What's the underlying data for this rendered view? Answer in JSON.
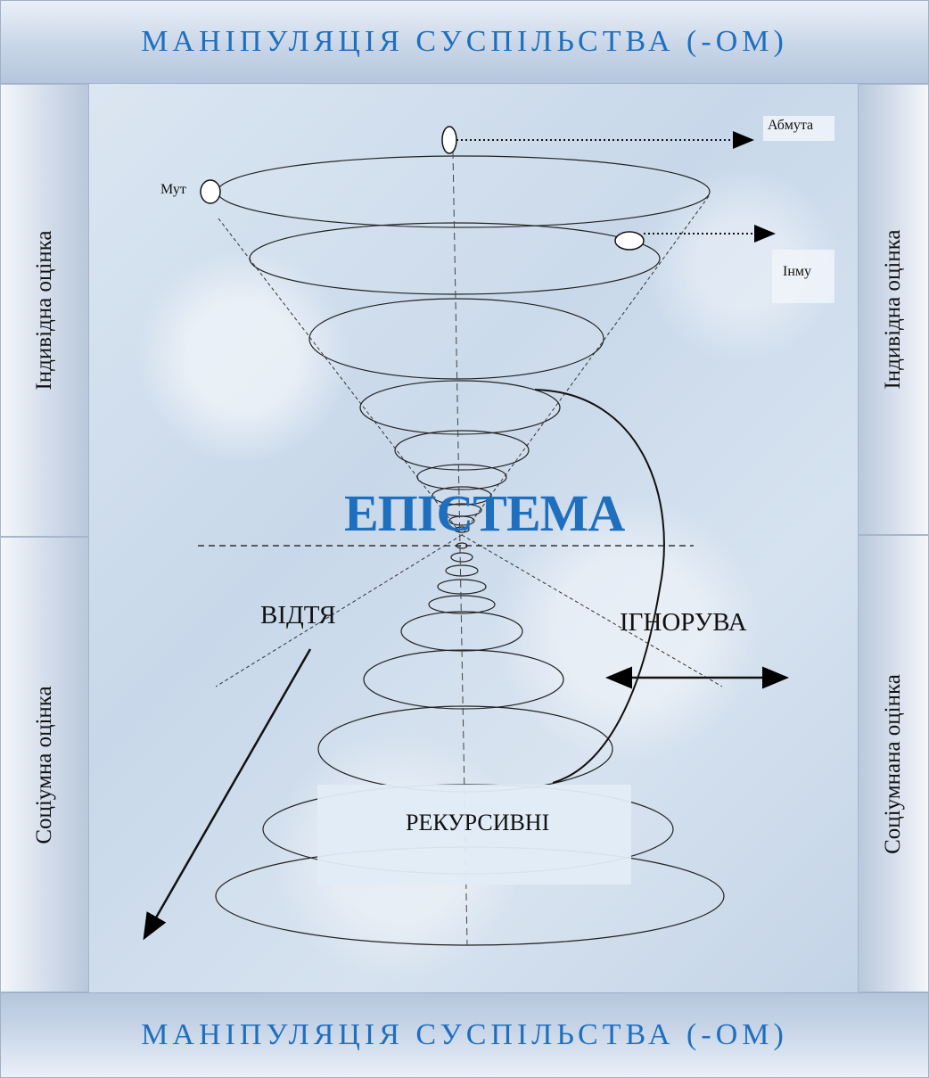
{
  "header": {
    "title": "МАНІПУЛЯЦІЯ СУСПІЛЬСТВА (-ОМ)"
  },
  "footer": {
    "title": "МАНІПУЛЯЦІЯ СУСПІЛЬСТВА (-ОМ)"
  },
  "sides": {
    "left_top": "Індивідна оцінка",
    "left_bottom": "Соціумна оцінка",
    "right_top": "Індивідна оцінка",
    "right_bottom": "Соціумнана оцінка"
  },
  "labels": {
    "center": "ЕПІСТЕМА",
    "abmuta": "Абмута",
    "mut": "Мут",
    "inmu": "Інму",
    "vidtya": "ВІДТЯ",
    "ignoruva": "ІГНОРУВА",
    "rekursyvni": "РЕКУРСИВНІ"
  },
  "colors": {
    "title_blue": "#1f6fbf",
    "center_blue": "#1f6fbf"
  }
}
